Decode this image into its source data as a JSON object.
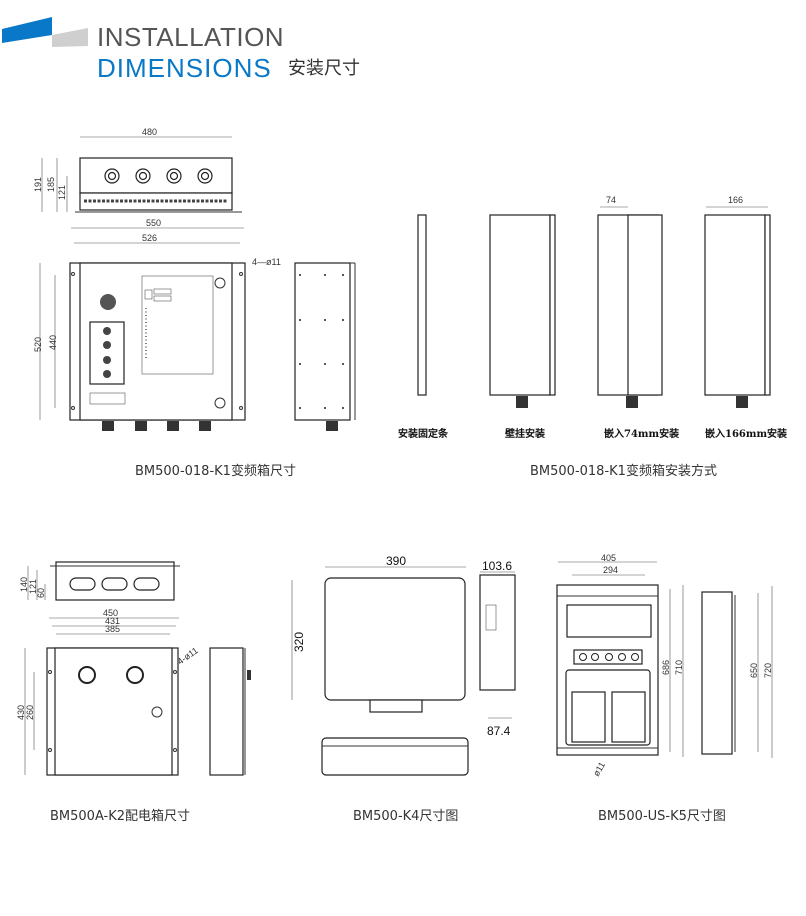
{
  "header": {
    "title_line1": "INSTALLATION",
    "title_line2": "DIMENSIONS",
    "subtitle_cn": "安装尺寸",
    "accent_color": "#0a78c8",
    "gray_color": "#cfcfcf"
  },
  "k1": {
    "caption": "BM500-018-K1变频箱尺寸",
    "dims": {
      "top_width": "480",
      "h191": "191",
      "h185": "185",
      "h121": "121",
      "w550": "550",
      "w526": "526",
      "h520": "520",
      "h440": "440",
      "holes": "4—ø11"
    }
  },
  "k1_mount": {
    "caption": "BM500-018-K1变频箱安装方式",
    "labels": [
      "安装固定条",
      "壁挂安装",
      "嵌入74mm安装",
      "嵌入166mm安装"
    ],
    "dims": {
      "d74": "74",
      "d166": "166"
    }
  },
  "k2": {
    "caption": "BM500A-K2配电箱尺寸",
    "dims": {
      "h140": "140",
      "h121": "121",
      "h60": "60",
      "w450": "450",
      "w431": "431",
      "w385": "385",
      "h430": "430",
      "h260": "260",
      "holes": "4-ø11"
    }
  },
  "k4": {
    "caption": "BM500-K4尺寸图",
    "dims": {
      "w390": "390",
      "h320": "320",
      "d103": "103.6",
      "d87": "87.4"
    }
  },
  "k5": {
    "caption": "BM500-US-K5尺寸图",
    "dims": {
      "w405": "405",
      "w294": "294",
      "h686": "686",
      "h710": "710",
      "h650": "650",
      "h720": "720",
      "holes": "ø11"
    }
  }
}
